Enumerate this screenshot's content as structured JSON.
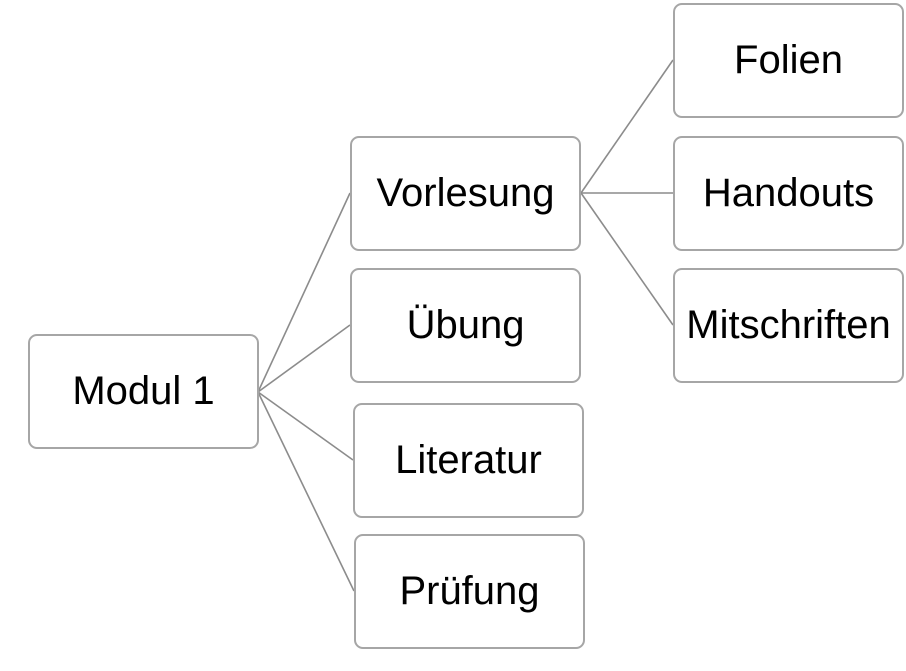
{
  "colors": {
    "node_border": "#a6a6a6",
    "connector": "#8c8c8c",
    "text": "#000000",
    "background": "#ffffff"
  },
  "root": {
    "label": "Modul 1"
  },
  "children": [
    {
      "label": "Vorlesung",
      "children": [
        {
          "label": "Folien"
        },
        {
          "label": "Handouts"
        },
        {
          "label": "Mitschriften"
        }
      ]
    },
    {
      "label": "Übung"
    },
    {
      "label": "Literatur"
    },
    {
      "label": "Prüfung"
    }
  ]
}
